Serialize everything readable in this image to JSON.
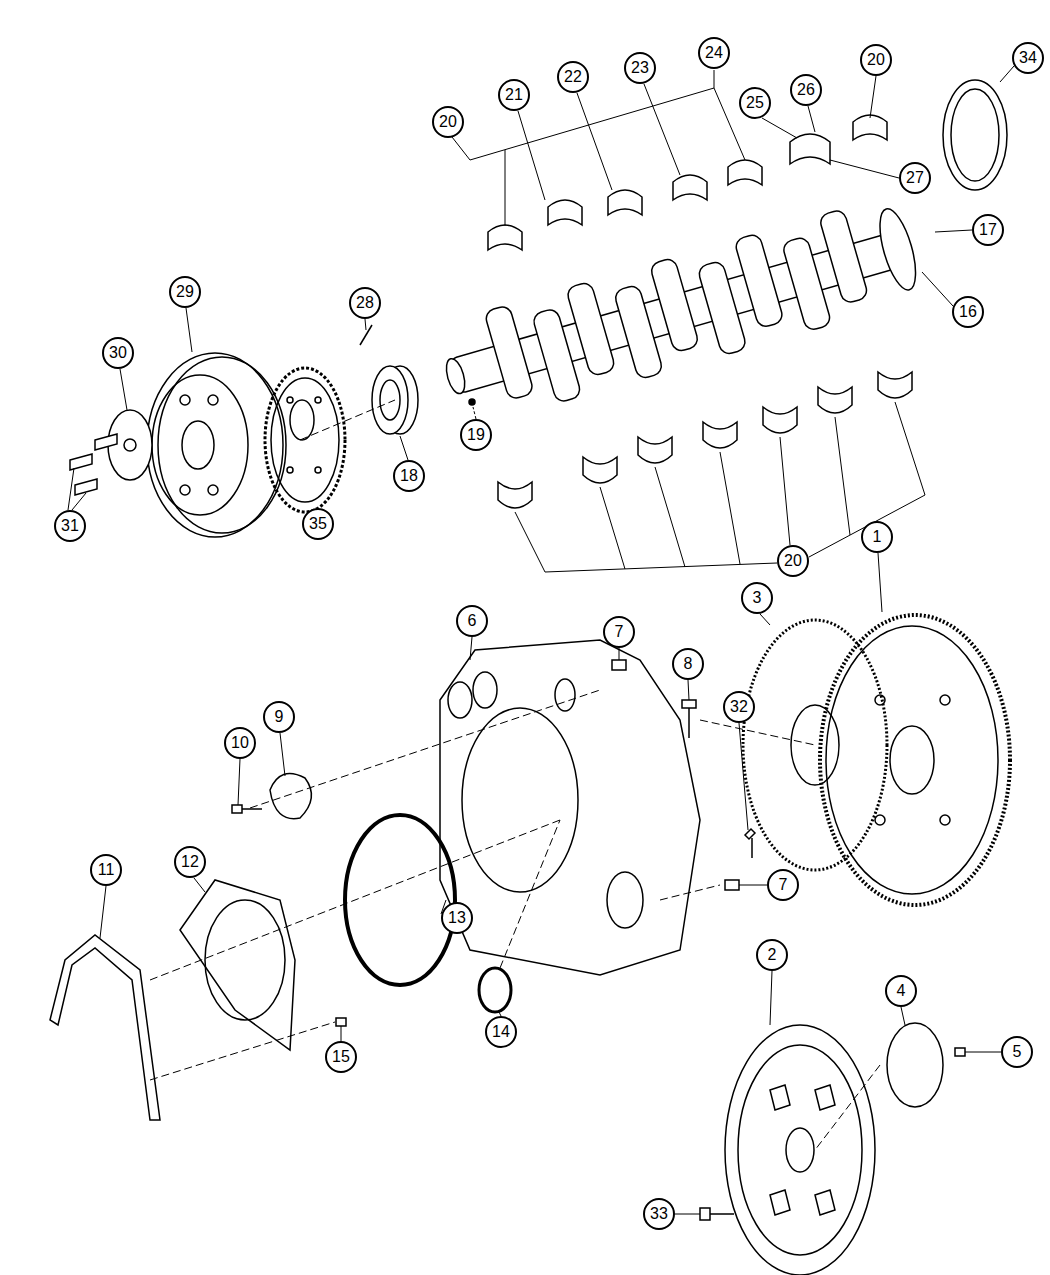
{
  "diagram": {
    "nodes": [
      {
        "text": [
          "24"
        ]
      },
      {
        "text": [
          "34"
        ]
      },
      {
        "text": [
          "20"
        ]
      },
      {
        "text": [
          "23"
        ]
      },
      {
        "text": [
          "22"
        ]
      },
      {
        "text": [
          "26"
        ]
      },
      {
        "text": [
          "21"
        ]
      },
      {
        "text": [
          "25"
        ]
      },
      {
        "text": [
          "20"
        ]
      },
      {
        "text": [
          "27"
        ]
      },
      {
        "text": [
          "17"
        ]
      },
      {
        "text": [
          "29"
        ]
      },
      {
        "text": [
          "28"
        ]
      },
      {
        "text": [
          "16"
        ]
      },
      {
        "text": [
          "30"
        ]
      },
      {
        "text": [
          "19"
        ]
      },
      {
        "text": [
          "18"
        ]
      },
      {
        "text": [
          "35"
        ]
      },
      {
        "text": [
          "31"
        ]
      },
      {
        "text": [
          "1"
        ]
      },
      {
        "text": [
          "20"
        ]
      },
      {
        "text": [
          "3"
        ]
      },
      {
        "text": [
          "6"
        ]
      },
      {
        "text": [
          "7"
        ]
      },
      {
        "text": [
          "8"
        ]
      },
      {
        "text": [
          "32"
        ]
      },
      {
        "text": [
          "9"
        ]
      },
      {
        "text": [
          "10"
        ]
      },
      {
        "text": [
          "12"
        ]
      },
      {
        "text": [
          "11"
        ]
      },
      {
        "text": [
          "7"
        ]
      },
      {
        "text": [
          "13"
        ]
      },
      {
        "text": [
          "2"
        ]
      },
      {
        "text": [
          "4"
        ]
      },
      {
        "text": [
          "14"
        ]
      },
      {
        "text": [
          "5"
        ]
      },
      {
        "text": [
          "15"
        ]
      },
      {
        "text": [
          "33"
        ]
      }
    ]
  }
}
